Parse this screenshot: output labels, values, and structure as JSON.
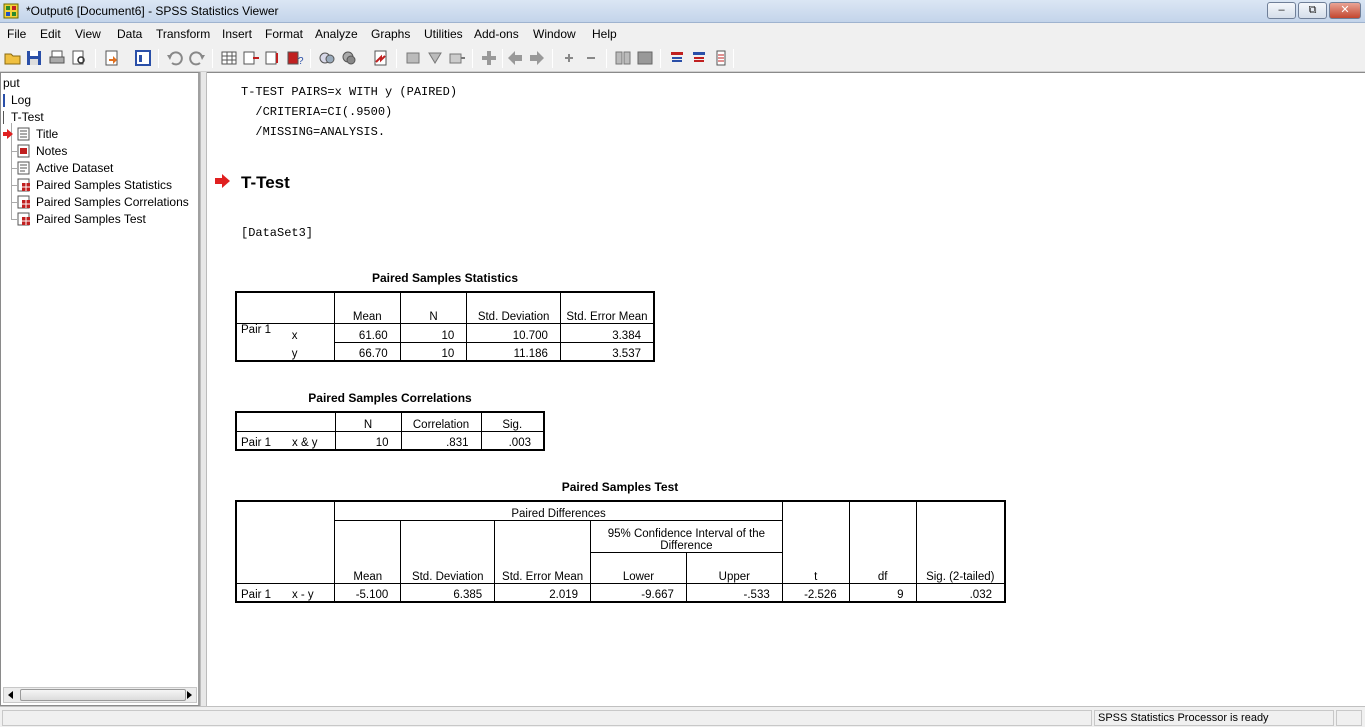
{
  "window": {
    "title": "*Output6 [Document6] - SPSS Statistics Viewer",
    "controls": [
      "‒",
      "⧉",
      "✕"
    ]
  },
  "menu": [
    "File",
    "Edit",
    "View",
    "Data",
    "Transform",
    "Insert",
    "Format",
    "Analyze",
    "Graphs",
    "Utilities",
    "Add-ons",
    "Window",
    "Help"
  ],
  "outline": {
    "root": "put",
    "log": "Log",
    "ttest": "T-Test",
    "items": [
      "Title",
      "Notes",
      "Active Dataset",
      "Paired Samples Statistics",
      "Paired Samples Correlations",
      "Paired Samples Test"
    ]
  },
  "syntax": {
    "line1": "T-TEST PAIRS=x WITH y (PAIRED)",
    "line2": "  /CRITERIA=CI(.9500)",
    "line3": "  /MISSING=ANALYSIS."
  },
  "heading": "T-Test",
  "dataset": "[DataSet3]",
  "stats_table": {
    "caption": "Paired Samples Statistics",
    "headers": [
      "Mean",
      "N",
      "Std. Deviation",
      "Std. Error Mean"
    ],
    "pair": "Pair 1",
    "rows": [
      {
        "var": "x",
        "mean": "61.60",
        "n": "10",
        "sd": "10.700",
        "se": "3.384"
      },
      {
        "var": "y",
        "mean": "66.70",
        "n": "10",
        "sd": "11.186",
        "se": "3.537"
      }
    ]
  },
  "corr_table": {
    "caption": "Paired Samples Correlations",
    "headers": [
      "N",
      "Correlation",
      "Sig."
    ],
    "pair": "Pair 1",
    "var": "x & y",
    "n": "10",
    "corr": ".831",
    "sig": ".003"
  },
  "test_table": {
    "caption": "Paired Samples Test",
    "group": "Paired Differences",
    "ci": "95% Confidence Interval of the Difference",
    "headers": [
      "Mean",
      "Std. Deviation",
      "Std. Error Mean",
      "Lower",
      "Upper",
      "t",
      "df",
      "Sig. (2-tailed)"
    ],
    "pair": "Pair 1",
    "var": "x - y",
    "values": [
      "-5.100",
      "6.385",
      "2.019",
      "-9.667",
      "-.533",
      "-2.526",
      "9",
      ".032"
    ]
  },
  "status": {
    "left": "",
    "right": "SPSS Statistics  Processor is ready"
  },
  "colors": {
    "arrow": "#e02020",
    "titlebar": "#c3d4ea"
  }
}
